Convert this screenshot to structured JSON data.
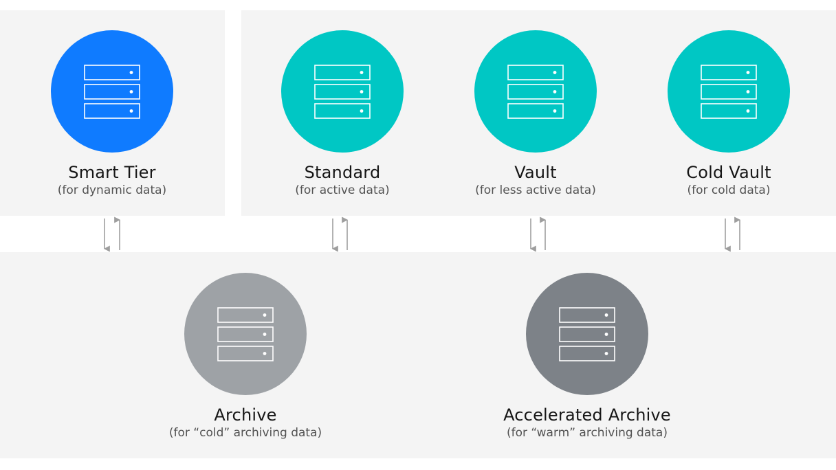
{
  "colors": {
    "smart_tier": "#0f7bff",
    "standard": "#00c7c4",
    "archive": "#9ea2a6",
    "accelerated_archive": "#7d8288",
    "panel": "#f4f4f4",
    "arrow": "#9e9e9e"
  },
  "icon": "server-stack-icon",
  "tiers": {
    "smart": {
      "name": "Smart Tier",
      "sub": "(for dynamic data)"
    },
    "standard": {
      "name": "Standard",
      "sub": "(for active data)"
    },
    "vault": {
      "name": "Vault",
      "sub": "(for less active data)"
    },
    "cold_vault": {
      "name": "Cold Vault",
      "sub": "(for cold data)"
    },
    "archive": {
      "name": "Archive",
      "sub": "(for “cold” archiving data)"
    },
    "accelerated": {
      "name": "Accelerated Archive",
      "sub": "(for “warm” archiving data)"
    }
  }
}
